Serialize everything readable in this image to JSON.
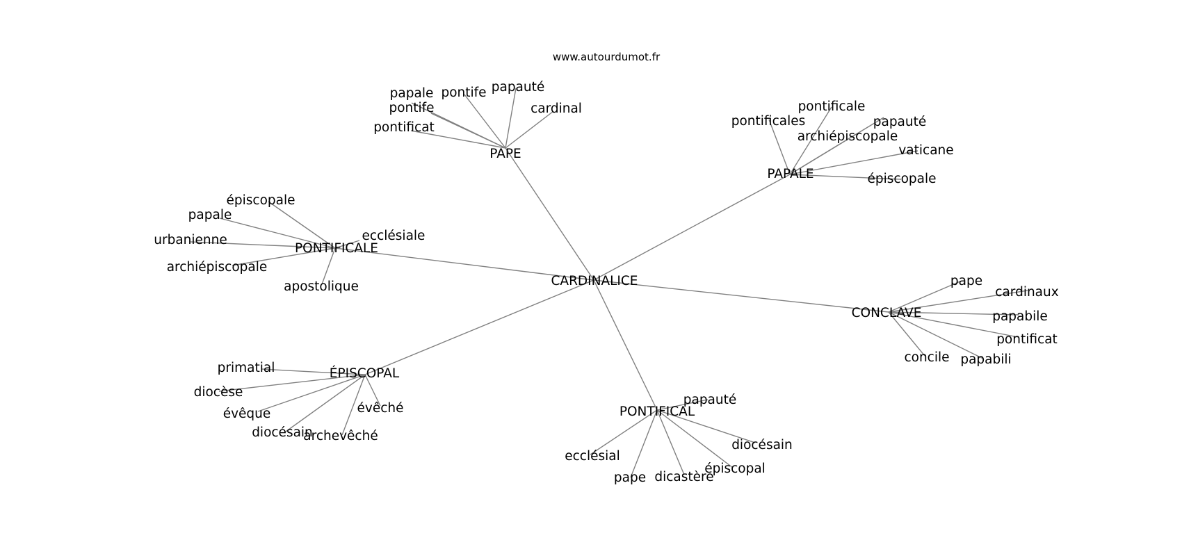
{
  "site": "www.autourdumot.fr",
  "center": "CARDINALICE",
  "clusters": [
    {
      "id": "pape",
      "label": "PAPE",
      "words": [
        "papale",
        "pontife",
        "papauté",
        "pontife",
        "cardinal",
        "pontificat"
      ]
    },
    {
      "id": "papale",
      "label": "PAPALE",
      "words": [
        "pontificales",
        "pontificale",
        "papauté",
        "archiépiscopale",
        "vaticane",
        "épiscopale"
      ]
    },
    {
      "id": "pontificale",
      "label": "PONTIFICALE",
      "words": [
        "épiscopale",
        "papale",
        "urbanienne",
        "archiépiscopale",
        "ecclésiale",
        "apostolique"
      ]
    },
    {
      "id": "conclave",
      "label": "CONCLAVE",
      "words": [
        "pape",
        "cardinaux",
        "papabile",
        "pontificat",
        "concile",
        "papabili"
      ]
    },
    {
      "id": "episcopal",
      "label": "ÉPISCOPAL",
      "words": [
        "primatial",
        "diocèse",
        "évêque",
        "diocésain",
        "archevêché",
        "évêché"
      ]
    },
    {
      "id": "pontifical",
      "label": "PONTIFICAL",
      "words": [
        "papauté",
        "diocésain",
        "ecclésial",
        "épiscopal",
        "pape",
        "dicastère"
      ]
    }
  ]
}
